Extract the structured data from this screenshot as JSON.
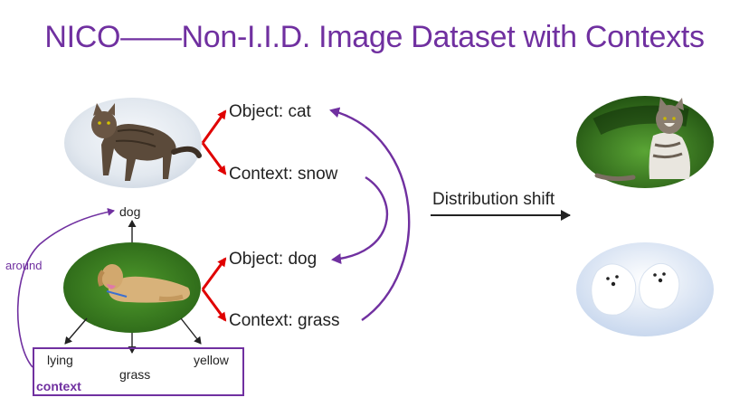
{
  "title": "NICO——Non-I.I.D. Image Dataset with Contexts",
  "labels": {
    "object_cat": "Object: cat",
    "context_snow": "Context: snow",
    "object_dog": "Object: dog",
    "context_grass": "Context: grass",
    "distribution_shift": "Distribution shift",
    "dog": "dog",
    "around": "around",
    "lying": "lying",
    "grass": "grass",
    "yellow": "yellow",
    "context": "context"
  },
  "colors": {
    "title": "#7030a0",
    "curved_arrows": "#7030a0",
    "branch_arrows": "#e00000",
    "text": "#222222"
  },
  "images": [
    "cat-on-snow-photo",
    "dog-on-grass-photo",
    "cat-on-grass-photo",
    "dogs-on-snow-photo"
  ]
}
